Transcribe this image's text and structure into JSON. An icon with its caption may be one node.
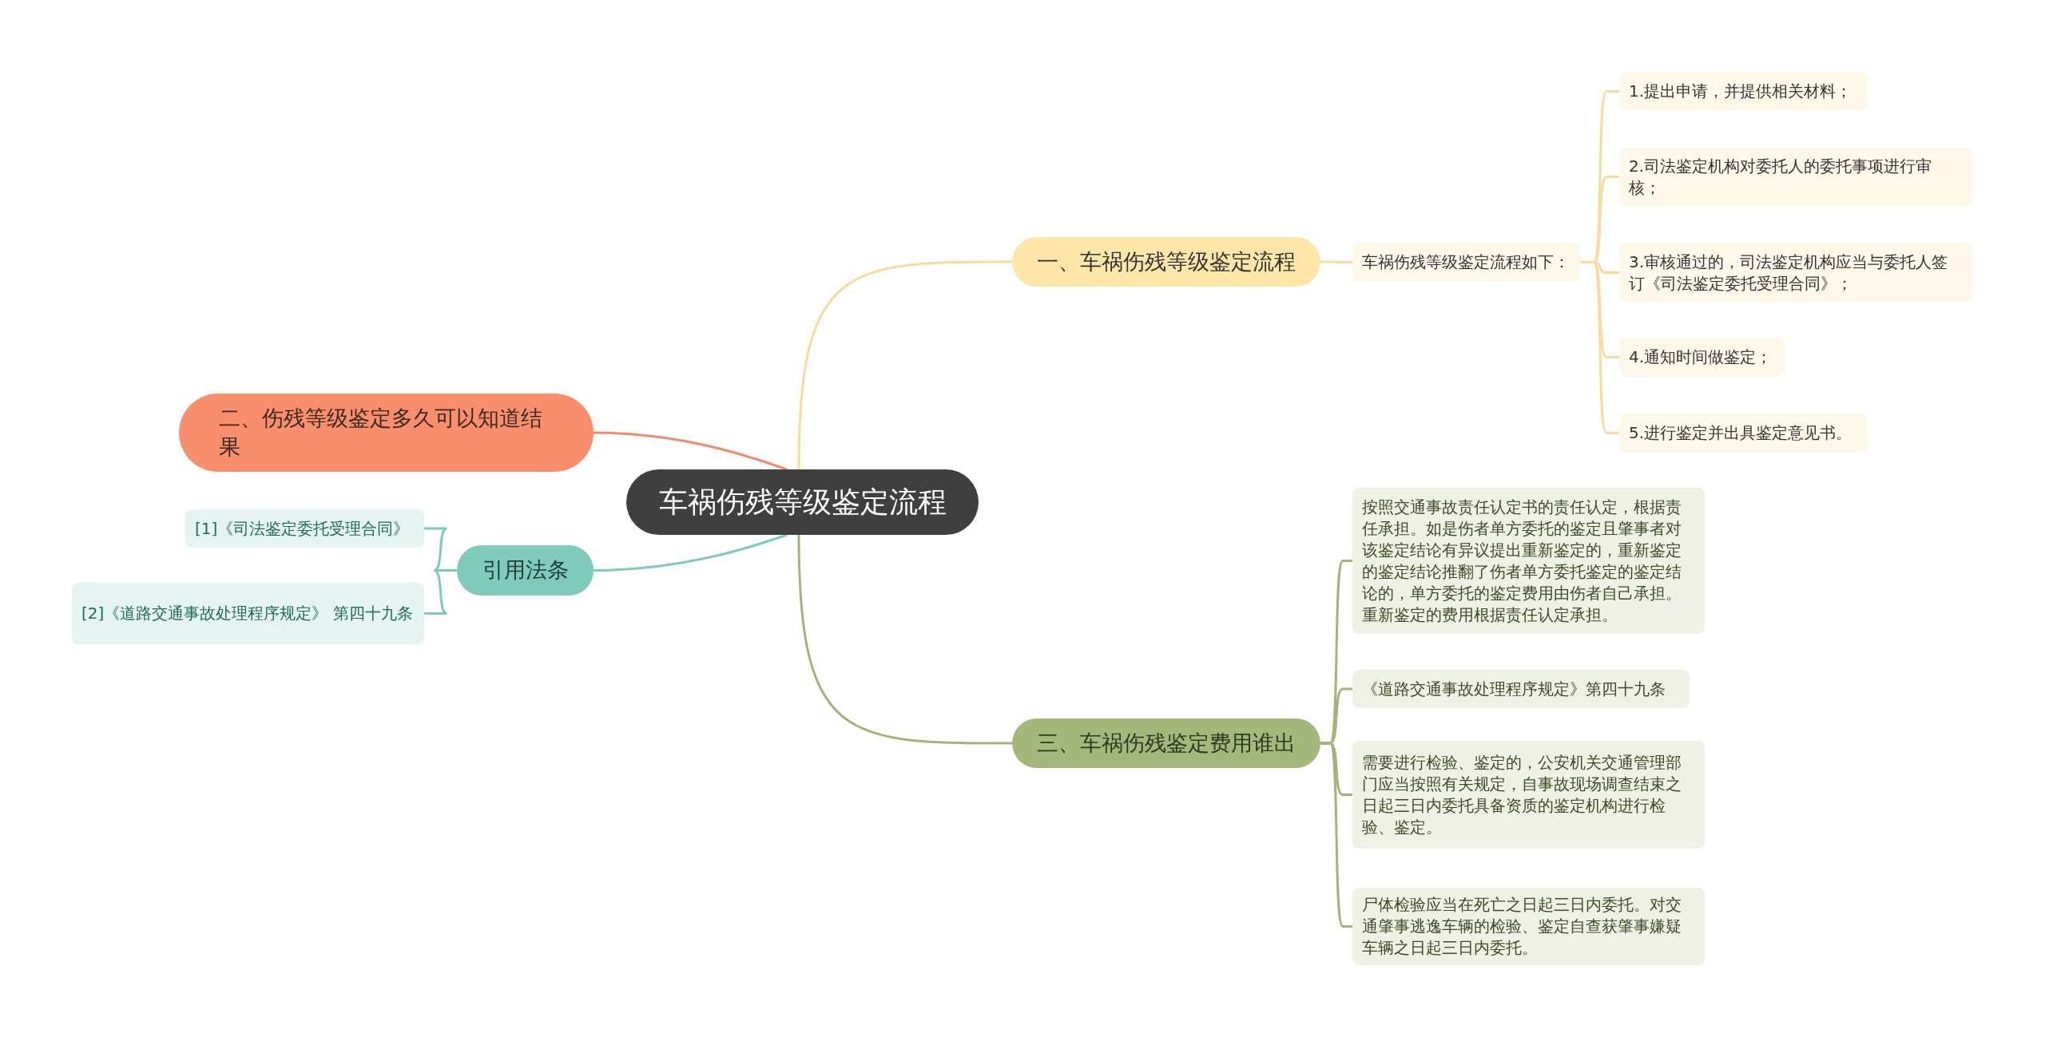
{
  "diagram": {
    "nodes": [
      {
        "text": [
          "车祸伤残等级鉴定流程"
        ]
      },
      {
        "text": [
          "一、车祸伤残等级鉴定流程"
        ]
      },
      {
        "text": [
          "车祸伤残等级鉴定流程如下："
        ]
      },
      {
        "text": [
          "1.提出申请，并提供相关材料；"
        ]
      },
      {
        "text": [
          "2.司法鉴定机构对委托人的委托事项进行审核；"
        ]
      },
      {
        "text": [
          "3.审核通过的，司法鉴定机构应当与委托人签订《司法鉴定委托受理合同》；"
        ]
      },
      {
        "text": [
          "4.通知时间做鉴定；"
        ]
      },
      {
        "text": [
          "5.进行鉴定并出具鉴定意见书。"
        ]
      },
      {
        "text": [
          "二、伤残等级鉴定多久可以知道结果"
        ]
      },
      {
        "text": [
          "引用法条"
        ]
      },
      {
        "text": [
          "[1]《司法鉴定委托受理合同》"
        ]
      },
      {
        "text": [
          "[2]《道路交通事故处理程序规定》 第四十九条"
        ]
      },
      {
        "text": [
          "三、车祸伤残鉴定费用谁出"
        ]
      },
      {
        "text": [
          "按照交通事故责任认定书的责任认定，根据责任承担。如是伤者单方委托的鉴定且肇事者对该鉴定结论有异议提出重新鉴定的，重新鉴定的鉴定结论推翻了伤者单方委托鉴定的鉴定结论的，单方委托的鉴定费用由伤者自己承担。重新鉴定的费用根据责任认定承担。"
        ]
      },
      {
        "text": [
          "《道路交通事故处理程序规定》第四十九条"
        ]
      },
      {
        "text": [
          "需要进行检验、鉴定的，公安机关交通管理部门应当按照有关规定，自事故现场调查结束之日起三日内委托具备资质的鉴定机构进行检验、鉴定。"
        ]
      },
      {
        "text": [
          "尸体检验应当在死亡之日起三日内委托。对交通肇事逃逸车辆的检验、鉴定自查获肇事嫌疑车辆之日起三日内委托。"
        ]
      }
    ],
    "edges": [
      {
        "from": 0,
        "to": 1,
        "arrow": "none"
      },
      {
        "from": 0,
        "to": 8,
        "arrow": "none",
        "color": "#f28a6e"
      },
      {
        "from": 0,
        "to": 9,
        "arrow": "none",
        "color": "#7fcbbb"
      },
      {
        "from": 0,
        "to": 12,
        "arrow": "none",
        "color": "#a3b47a"
      },
      {
        "from": 1,
        "to": 2,
        "arrow": "none"
      },
      {
        "from": 2,
        "to": 3,
        "arrow": "none"
      },
      {
        "from": 2,
        "to": 4,
        "arrow": "none"
      },
      {
        "from": 2,
        "to": 5,
        "arrow": "none"
      },
      {
        "from": 2,
        "to": 6,
        "arrow": "none"
      },
      {
        "from": 2,
        "to": 7,
        "arrow": "none"
      },
      {
        "from": 9,
        "to": 10,
        "arrow": "none",
        "color": "#7fcbbb"
      },
      {
        "from": 9,
        "to": 11,
        "arrow": "none",
        "color": "#7fcbbb"
      },
      {
        "from": 12,
        "to": 13,
        "arrow": "none",
        "color": "#a3b47a"
      },
      {
        "from": 12,
        "to": 14,
        "arrow": "none",
        "color": "#a3b47a"
      },
      {
        "from": 12,
        "to": 15,
        "arrow": "none",
        "color": "#a3b47a"
      },
      {
        "from": 12,
        "to": 16,
        "arrow": "none",
        "color": "#a3b47a"
      }
    ]
  }
}
